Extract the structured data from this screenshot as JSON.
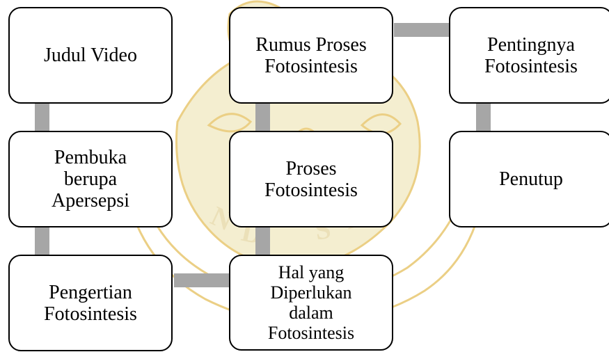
{
  "diagram": {
    "nodes": [
      {
        "id": "judul-video",
        "label": "Judul Video"
      },
      {
        "id": "pembuka",
        "label": "Pembuka\nberupa\nApersepsi"
      },
      {
        "id": "pengertian",
        "label": "Pengertian\nFotosintesis"
      },
      {
        "id": "rumus",
        "label": "Rumus Proses\nFotosintesis"
      },
      {
        "id": "proses",
        "label": "Proses\nFotosintesis"
      },
      {
        "id": "hal-diperlukan",
        "label": "Hal yang\nDiperlukan\ndalam\nFotosintesis"
      },
      {
        "id": "pentingnya",
        "label": "Pentingnya\nFotosintesis"
      },
      {
        "id": "penutup",
        "label": "Penutup"
      }
    ],
    "edges": [
      [
        "judul-video",
        "pembuka"
      ],
      [
        "pembuka",
        "pengertian"
      ],
      [
        "pengertian",
        "hal-diperlukan"
      ],
      [
        "hal-diperlukan",
        "proses"
      ],
      [
        "proses",
        "rumus"
      ],
      [
        "rumus",
        "pentingnya"
      ],
      [
        "pentingnya",
        "penutup"
      ]
    ]
  },
  "colors": {
    "connector": "#a6a6a6",
    "node_border": "#000000",
    "node_fill": "#ffffff",
    "watermark_fill": "#f3ecc8",
    "watermark_line": "#e8c770"
  }
}
